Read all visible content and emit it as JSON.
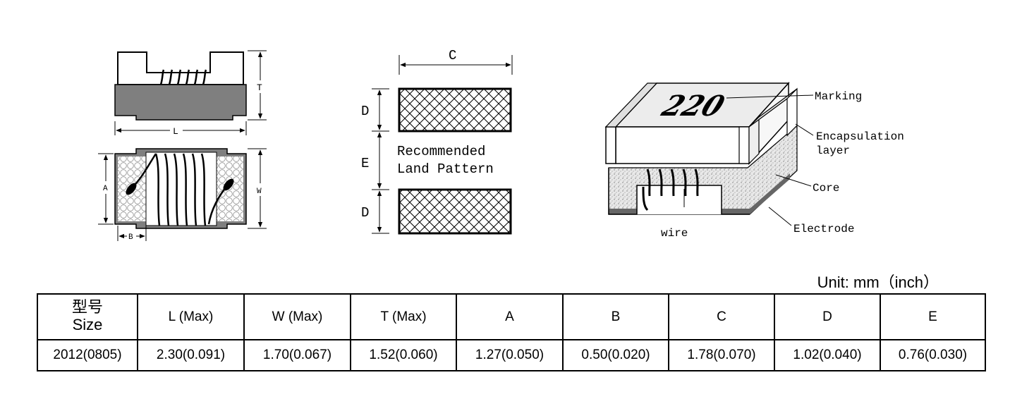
{
  "diagram": {
    "left": {
      "dim_T": "T",
      "dim_L": "L",
      "dim_A": "A",
      "dim_W": "W",
      "dim_B": "B"
    },
    "land_pattern": {
      "dim_C": "C",
      "dim_D_top": "D",
      "dim_E": "E",
      "dim_D_bottom": "D",
      "caption_line1": "Recommended",
      "caption_line2": "Land Pattern"
    },
    "component": {
      "marking_text": "220",
      "labels": {
        "marking": "Marking",
        "encapsulation_line1": "Encapsulation",
        "encapsulation_line2": "layer",
        "core": "Core",
        "electrode": "Electrode",
        "wire": "wire"
      }
    }
  },
  "unit_label": "Unit:  mm（inch）",
  "table": {
    "size_zh": "型号",
    "size_en": "Size",
    "headers": [
      "L (Max)",
      "W (Max)",
      "T (Max)",
      "A",
      "B",
      "C",
      "D",
      "E"
    ],
    "rows": [
      [
        "2012(0805)",
        "2.30(0.091)",
        "1.70(0.067)",
        "1.52(0.060)",
        "1.27(0.050)",
        "0.50(0.020)",
        "1.78(0.070)",
        "1.02(0.040)",
        "0.76(0.030)"
      ]
    ]
  }
}
